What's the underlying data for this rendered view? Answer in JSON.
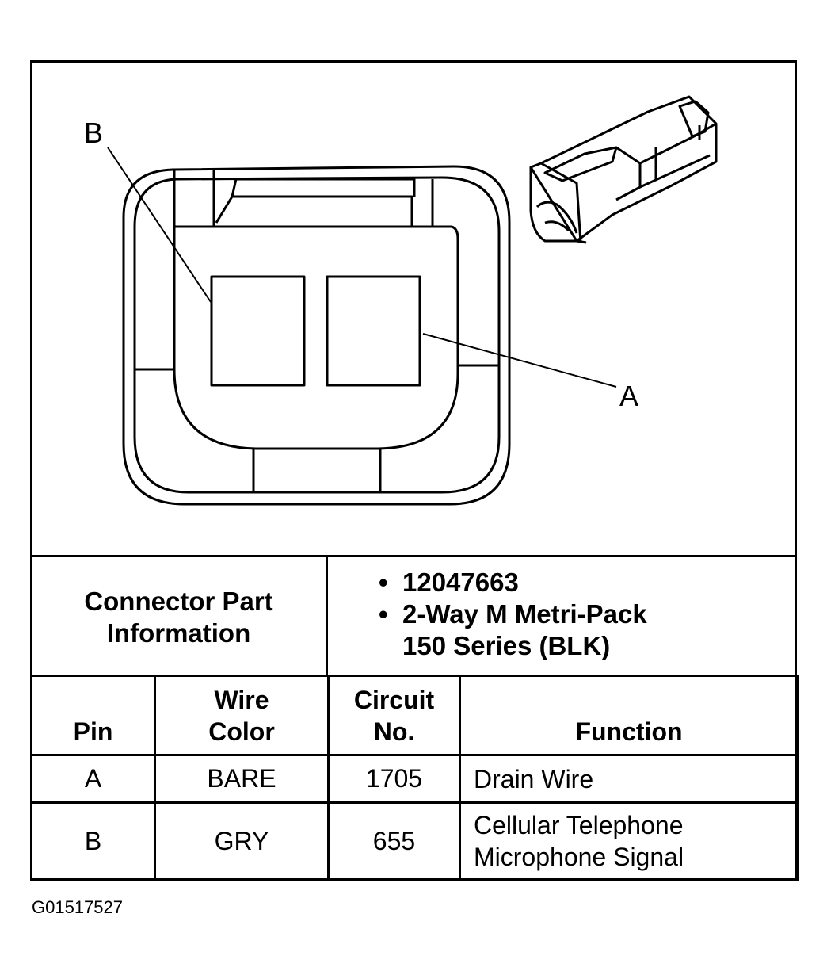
{
  "diagram": {
    "callout_b": "B",
    "callout_a": "A"
  },
  "connector_info": {
    "label_line1": "Connector Part",
    "label_line2": "Information",
    "bullet": "•",
    "part_number": "12047663",
    "description_line1": "2-Way M Metri-Pack",
    "description_line2": "150 Series (BLK)"
  },
  "table": {
    "headers": {
      "pin": "Pin",
      "wire_color_line1": "Wire",
      "wire_color_line2": "Color",
      "circuit_line1": "Circuit",
      "circuit_line2": "No.",
      "function": "Function"
    },
    "rows": [
      {
        "pin": "A",
        "wire_color": "BARE",
        "circuit": "1705",
        "function_line1": "Drain Wire",
        "function_line2": ""
      },
      {
        "pin": "B",
        "wire_color": "GRY",
        "circuit": "655",
        "function_line1": "Cellular Telephone",
        "function_line2": "Microphone Signal"
      }
    ]
  },
  "figure_id": "G01517527"
}
